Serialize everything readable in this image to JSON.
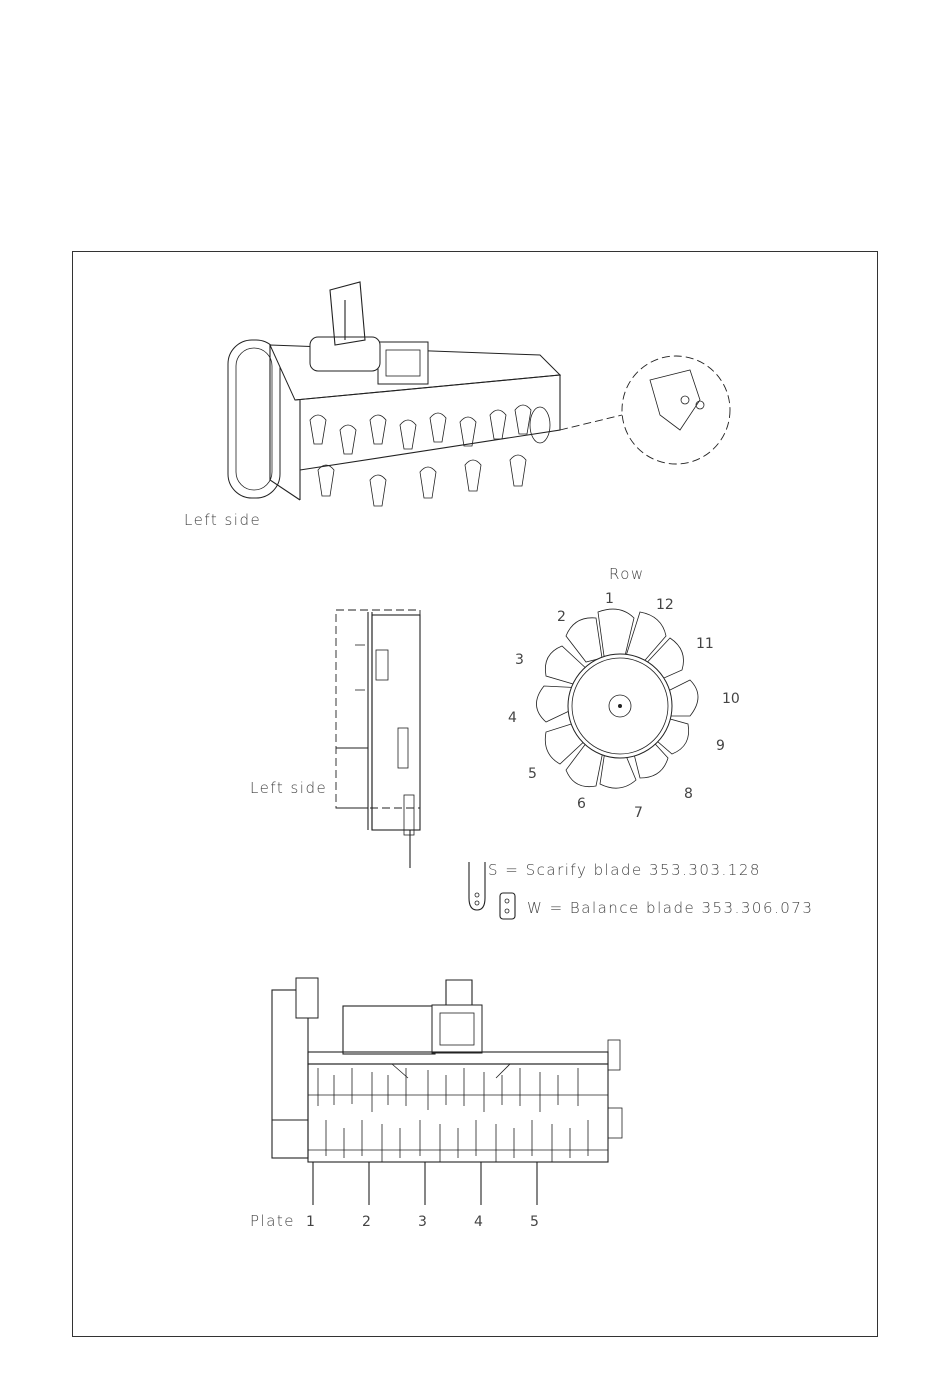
{
  "labels": {
    "left_side_top": "Left side",
    "left_side_mid": "Left side",
    "row_title": "Row",
    "plate_prefix": "Plate"
  },
  "rotor_rows": [
    "1",
    "2",
    "3",
    "4",
    "5",
    "6",
    "7",
    "8",
    "9",
    "10",
    "11",
    "12"
  ],
  "legend": {
    "scarify": "S  =  Scarify blade  353.303.128",
    "balance": "W  =  Balance blade  353.306.073"
  },
  "plates": [
    "1",
    "2",
    "3",
    "4",
    "5"
  ]
}
